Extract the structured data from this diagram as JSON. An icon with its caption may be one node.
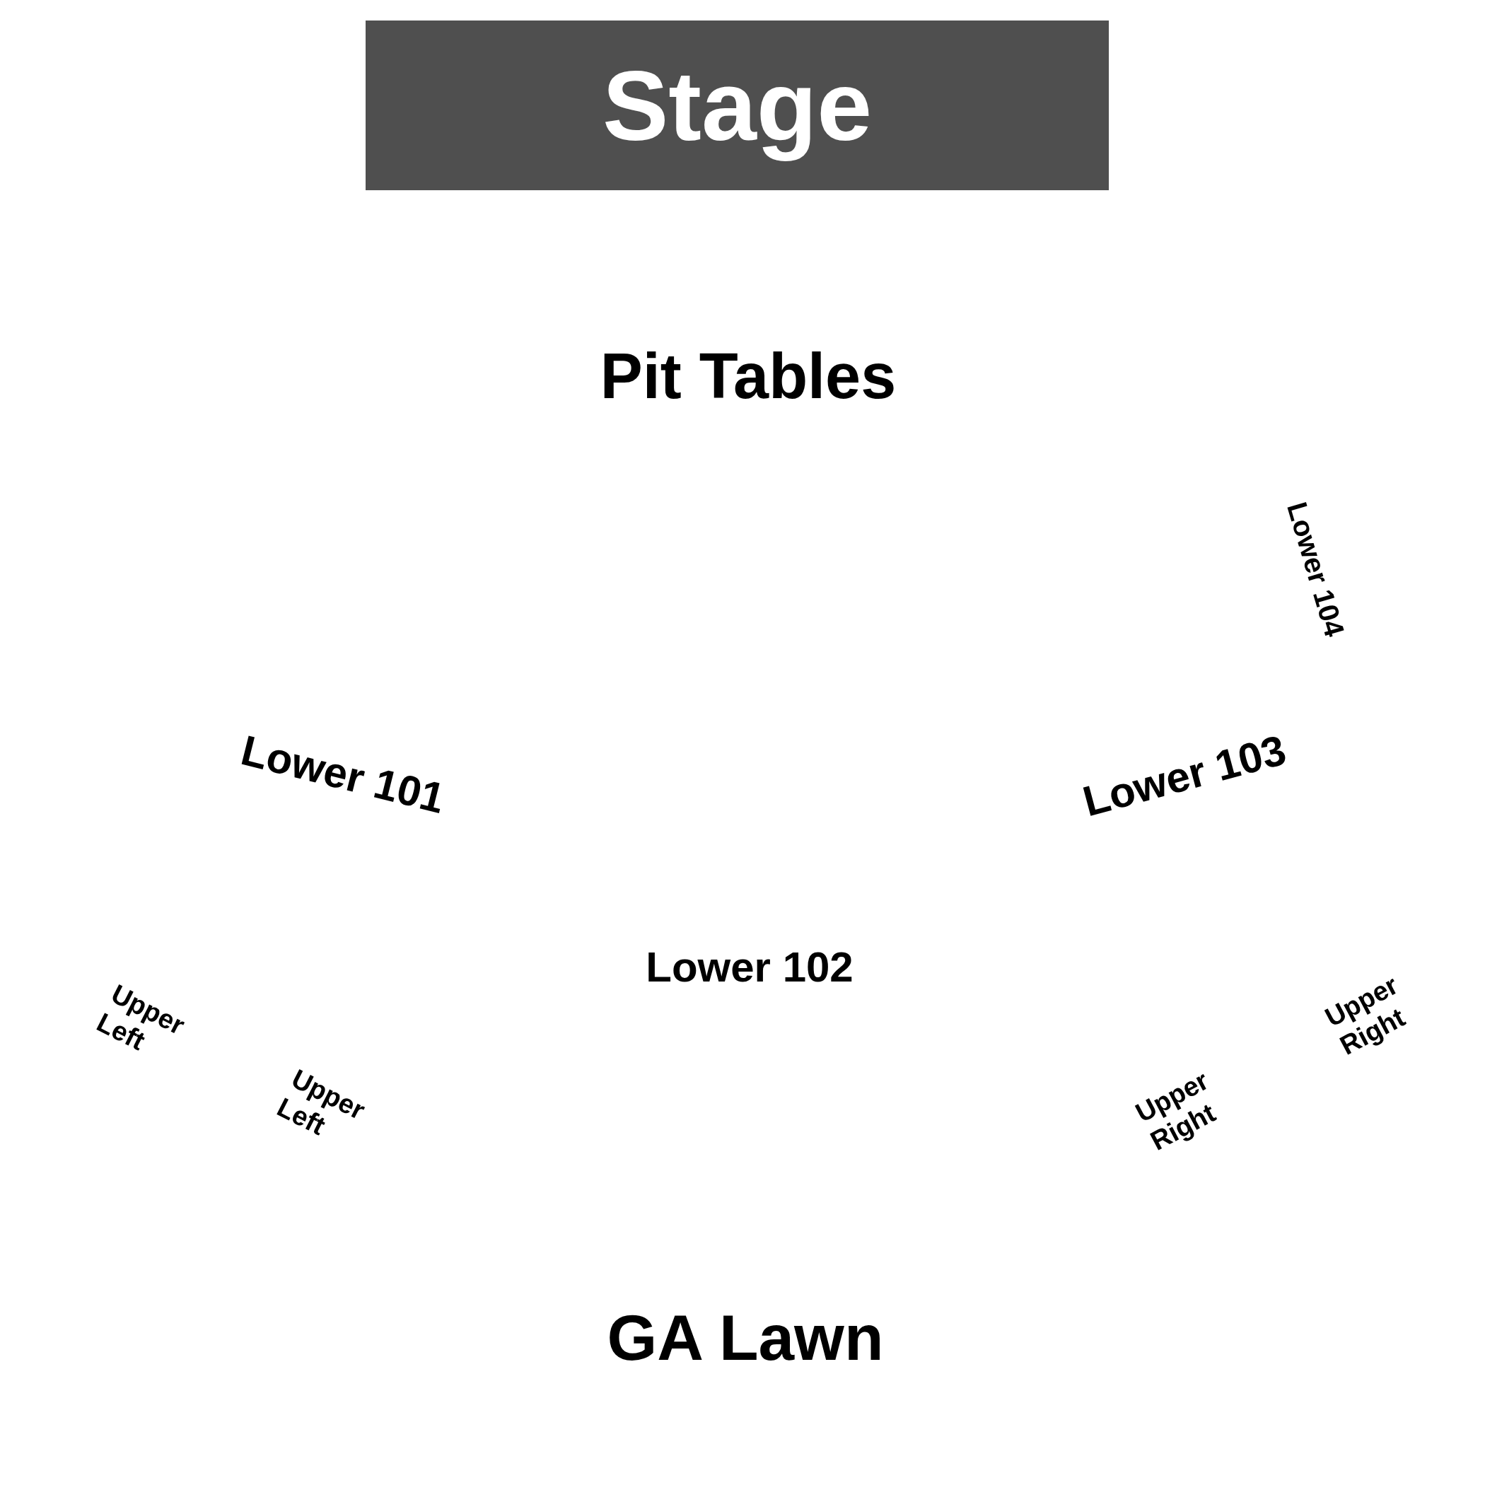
{
  "diagram": {
    "nodes": [
      {
        "text": [
          "Stage"
        ]
      }
    ],
    "labels": [
      "Pit Tables",
      "Lower 104",
      "Lower 101",
      "Lower 103",
      "Lower 102",
      "Upper Left",
      "Upper Right",
      "Upper Left",
      "Upper Right",
      "GA Lawn"
    ]
  }
}
